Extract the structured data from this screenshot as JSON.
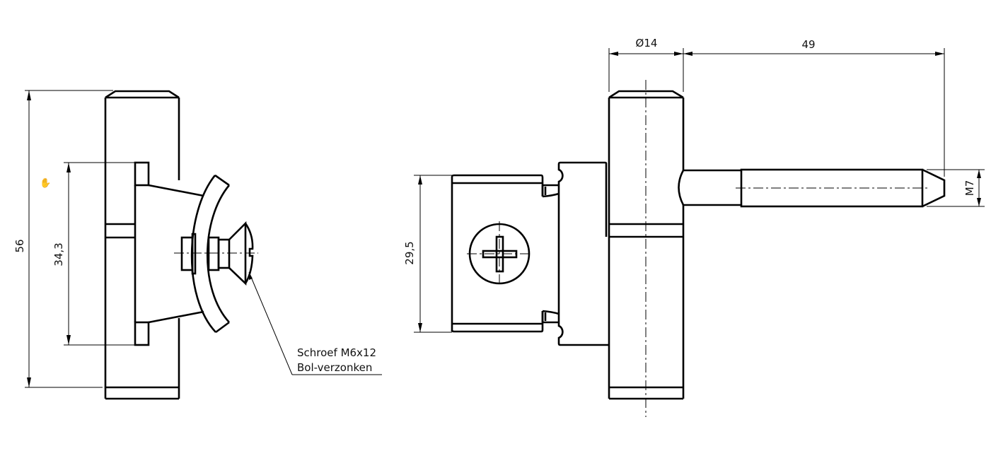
{
  "drawing": {
    "title": "Hinge technical drawing",
    "side_view": {
      "dimensions": {
        "overall_height": "56",
        "plate_height": "34,3"
      },
      "callout": {
        "line1": "Schroef M6x12",
        "line2": "Bol-verzonken"
      }
    },
    "front_view": {
      "dimensions": {
        "barrel_diameter": "Ø14",
        "pin_length": "49",
        "thread": "M7",
        "plate_height": "29,5"
      }
    },
    "cursor": {
      "icon": "hand-cursor-icon",
      "glyph": "✋"
    },
    "colors": {
      "line": "#000000",
      "background": "#ffffff"
    }
  }
}
